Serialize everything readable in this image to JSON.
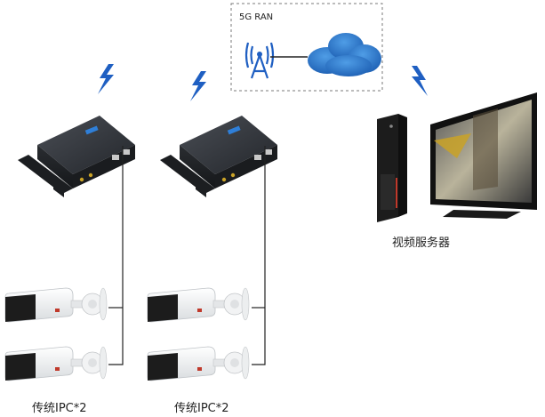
{
  "ran_box": {
    "label": "5G RAN"
  },
  "server": {
    "label": "视频服务器"
  },
  "groups": [
    {
      "ipc_label": "传统IPC*2"
    },
    {
      "ipc_label": "传统IPC*2"
    }
  ],
  "icons": {
    "tower": "cell-tower-icon",
    "cloud": "cloud-icon",
    "wireless": "lightning-wireless-icon",
    "router": "industrial-router",
    "camera": "bullet-camera",
    "pc": "tower-pc",
    "monitor": "monitor"
  },
  "colors": {
    "signal_blue": "#1f5fc2",
    "cloud_blue": "#2a78d2",
    "router_body": "#2b2e33",
    "link_line": "#222222",
    "dashed_border": "#7a7a7a",
    "pc_accent": "#c0392b"
  }
}
